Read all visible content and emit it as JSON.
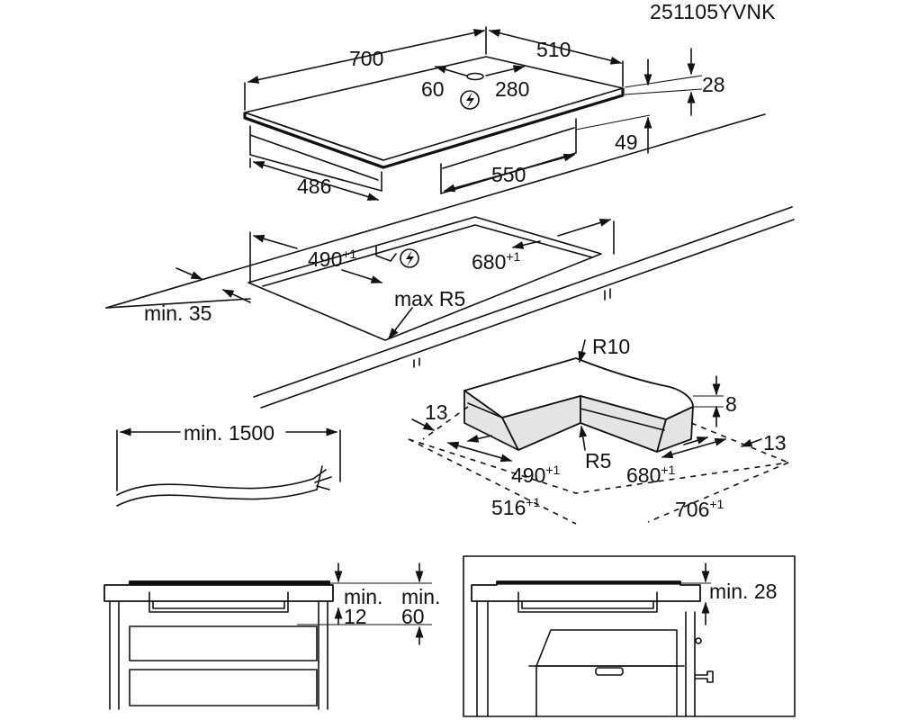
{
  "header": {
    "code": "251105YVNK"
  },
  "hob": {
    "width": "700",
    "depth": "510",
    "cable_offset_a": "60",
    "cable_offset_b": "280",
    "thickness": "28",
    "height": "49",
    "body_width": "550",
    "body_depth": "486"
  },
  "cutout": {
    "depth": "490",
    "depth_tol": "+1",
    "width": "680",
    "width_tol": "+1",
    "min_front": "min. 35",
    "max_radius": "max R5"
  },
  "cable": {
    "length": "min. 1500"
  },
  "recess": {
    "corner_radius": "R10",
    "rebate_depth": "8",
    "edge_left": "13",
    "edge_right": "13",
    "inner_radius": "R5",
    "inner_depth": "490",
    "inner_depth_tol": "+1",
    "inner_width": "680",
    "inner_width_tol": "+1",
    "outer_depth": "516",
    "outer_depth_tol": "+1",
    "outer_width": "706",
    "outer_width_tol": "+1"
  },
  "section_left": {
    "label_a_top": "min.",
    "label_a_bottom": "12",
    "label_b_top": "min.",
    "label_b_bottom": "60"
  },
  "section_right": {
    "label": "min. 28"
  },
  "icons": [
    "lightning-icon",
    "lightning-icon"
  ]
}
